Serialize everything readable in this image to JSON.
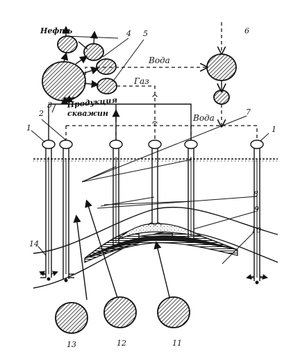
{
  "labels": {
    "oil": "Нефть",
    "water_top": "Вода",
    "gas": "Газ",
    "production": "Продукция",
    "wells": "скважин",
    "water_mid": "Вода"
  },
  "numbers": {
    "n1_left": "1",
    "n1_right": "1",
    "n2": "2",
    "n3": "3",
    "n4": "4",
    "n5": "5",
    "n6": "6",
    "n7": "7",
    "n8": "8",
    "n9": "9",
    "n10": "10",
    "n11": "11",
    "n12": "12",
    "n13": "13",
    "n14": "14"
  },
  "colors": {
    "ink": "#111111",
    "paper": "#ffffff"
  }
}
